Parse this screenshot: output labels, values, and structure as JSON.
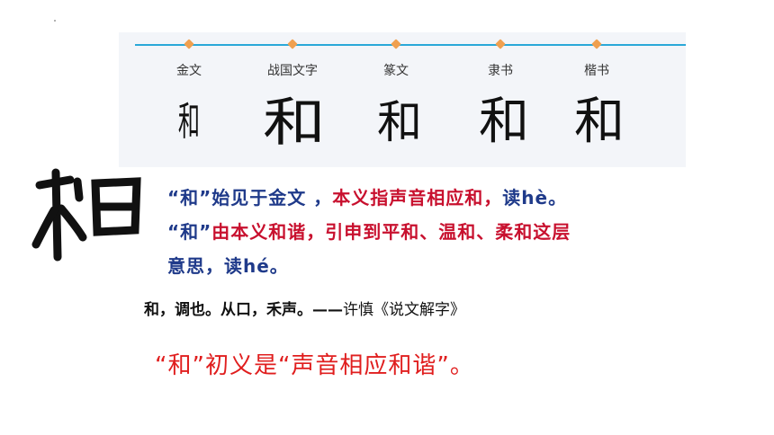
{
  "timeline": {
    "stages": [
      "金文",
      "战国文字",
      "篆文",
      "隶书",
      "楷书"
    ],
    "glyphs": [
      "和",
      "和",
      "和",
      "和",
      "和"
    ]
  },
  "large_glyph": "和",
  "paragraph": {
    "line1_blue": "“和”始见于金文 ，",
    "line1_red": "本义指声音相应和，",
    "line1_tail": "读hè。",
    "line2_blue": "“和”",
    "line2_red": "由本义和谐，引申到平和、温和、柔和这层",
    "line3": "意思，读hé。"
  },
  "quote": {
    "text": "和，调也。从口，禾声。——",
    "source": "许慎《说文解字》"
  },
  "conclusion": "“和”初义是“声音相应和谐”。",
  "colors": {
    "blue": "#1f3a8a",
    "red": "#c8102e",
    "accent": "#e01e1e",
    "timeline": "#2aa8d8",
    "marker": "#f0a050"
  }
}
